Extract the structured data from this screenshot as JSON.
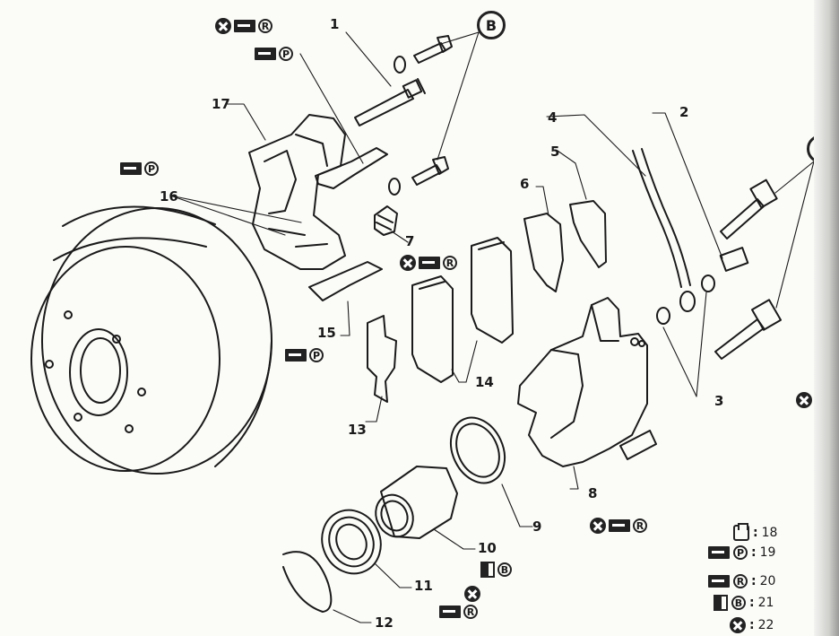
{
  "callouts": {
    "n1": "1",
    "n2": "2",
    "n3": "3",
    "n4": "4",
    "n5": "5",
    "n6": "6",
    "n7": "7",
    "n8": "8",
    "n9": "9",
    "n10": "10",
    "n11": "11",
    "n12": "12",
    "n13": "13",
    "n14": "14",
    "n15": "15",
    "n16": "16",
    "n17": "17"
  },
  "markers": {
    "a": "A",
    "b": "B"
  },
  "symbol_letters": {
    "p": "P",
    "r": "R",
    "b": "B"
  },
  "legend": {
    "sep": ":",
    "items": [
      {
        "icon": "clip-icon",
        "number": "18"
      },
      {
        "icon": "grease-p-icon",
        "number": "19"
      },
      {
        "icon": "grease-r-icon",
        "number": "20"
      },
      {
        "icon": "tube-b-icon",
        "number": "21"
      },
      {
        "icon": "x-icon",
        "number": "22"
      }
    ]
  },
  "colors": {
    "ink": "#1a1a1a",
    "paper": "#fbfbf8"
  }
}
